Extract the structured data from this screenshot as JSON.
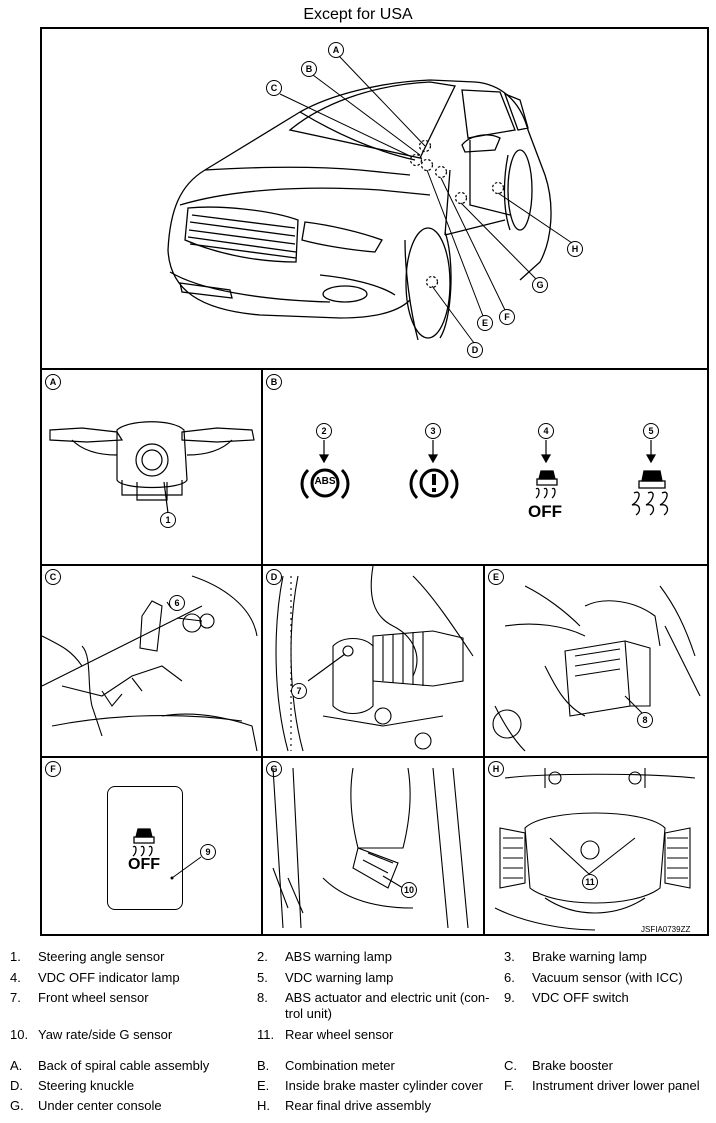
{
  "title": "Except for USA",
  "callouts": {
    "A": "A",
    "B": "B",
    "C": "C",
    "D": "D",
    "E": "E",
    "F": "F",
    "G": "G",
    "H": "H"
  },
  "panels": {
    "A": {
      "label": "A"
    },
    "B": {
      "label": "B"
    },
    "C": {
      "label": "C"
    },
    "D": {
      "label": "D"
    },
    "E": {
      "label": "E"
    },
    "F": {
      "label": "F"
    },
    "G": {
      "label": "G"
    },
    "H": {
      "label": "H"
    }
  },
  "numbers": {
    "n1": "1",
    "n2": "2",
    "n3": "3",
    "n4": "4",
    "n5": "5",
    "n6": "6",
    "n7": "7",
    "n8": "8",
    "n9": "9",
    "n10": "10",
    "n11": "11"
  },
  "lamps": {
    "abs_text": "ABS",
    "vdc_off_text": "OFF",
    "switch_off_text": "OFF"
  },
  "image_code": "JSFIA0739ZZ",
  "legend": {
    "numbered": [
      {
        "key": "1.",
        "text": "Steering angle sensor"
      },
      {
        "key": "2.",
        "text": "ABS warning lamp"
      },
      {
        "key": "3.",
        "text": "Brake warning lamp"
      },
      {
        "key": "4.",
        "text": "VDC OFF indicator lamp"
      },
      {
        "key": "5.",
        "text": "VDC warning lamp"
      },
      {
        "key": "6.",
        "text": "Vacuum sensor (with ICC)"
      },
      {
        "key": "7.",
        "text": "Front wheel sensor"
      },
      {
        "key": "8.",
        "text": "ABS actuator and electric unit (con- trol unit)"
      },
      {
        "key": "9.",
        "text": "VDC OFF switch"
      },
      {
        "key": "10.",
        "text": "Yaw rate/side G sensor"
      },
      {
        "key": "11.",
        "text": "Rear wheel sensor"
      }
    ],
    "lettered": [
      {
        "key": "A.",
        "text": "Back of spiral cable assembly"
      },
      {
        "key": "B.",
        "text": "Combination meter"
      },
      {
        "key": "C.",
        "text": "Brake booster"
      },
      {
        "key": "D.",
        "text": "Steering knuckle"
      },
      {
        "key": "E.",
        "text": "Inside brake master cylinder cover"
      },
      {
        "key": "F.",
        "text": "Instrument driver lower panel"
      },
      {
        "key": "G.",
        "text": "Under center console"
      },
      {
        "key": "H.",
        "text": "Rear final drive assembly"
      }
    ]
  }
}
